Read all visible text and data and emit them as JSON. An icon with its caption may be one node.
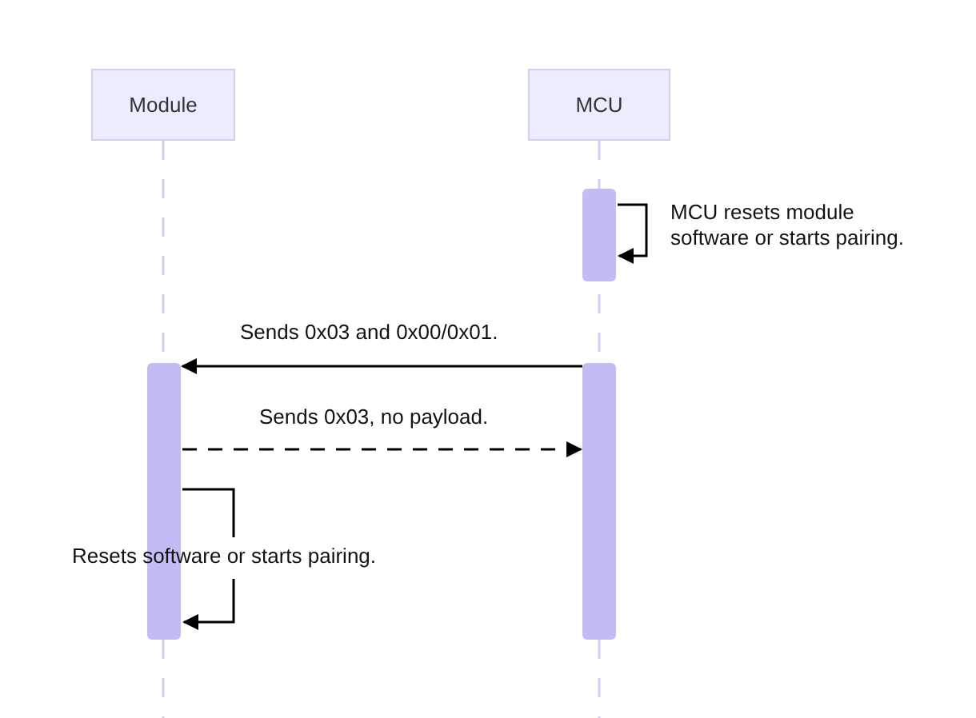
{
  "diagram": {
    "nodes": [
      {
        "text": [
          "Module"
        ]
      },
      {
        "text": [
          "MCU"
        ]
      },
      {
        "text": [],
        "shape": "bar"
      },
      {
        "text": [],
        "shape": "bar"
      },
      {
        "text": [],
        "shape": "bar"
      }
    ],
    "edges": [
      {
        "from": 2,
        "to": 2,
        "arrow": "to",
        "label": "MCU resets module software or starts pairing."
      },
      {
        "from": 4,
        "to": 3,
        "arrow": "to",
        "label": "Sends 0x03 and 0x00/0x01."
      },
      {
        "from": 3,
        "to": 4,
        "arrow": "to",
        "style": "dashed",
        "label": "Sends 0x03, no payload."
      },
      {
        "from": 3,
        "to": 3,
        "arrow": "to",
        "label": "Resets software or starts pairing."
      }
    ]
  }
}
